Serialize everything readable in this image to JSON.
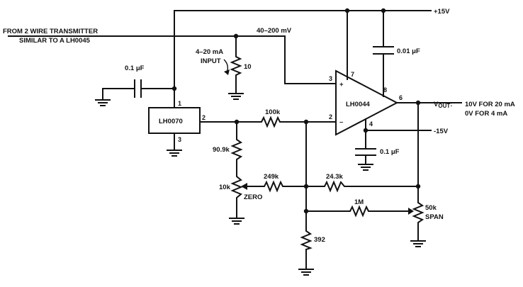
{
  "supplies": {
    "pos": "+15V",
    "neg": "-15V"
  },
  "input": {
    "source_line1": "FROM 2 WIRE TRANSMITTER",
    "source_line2": "SIMILAR TO A LH0045",
    "voltage_range": "40–200 mV",
    "current_line1": "4–20 mA",
    "current_line2": "INPUT"
  },
  "components": {
    "input_cap": "0.1 μF",
    "sense_res": "10",
    "ref_ic": "LH0070",
    "opamp": "LH0044",
    "comp_cap": "0.01 μF",
    "decouple_cap": "0.1 μF",
    "r_100k": "100k",
    "r_90k9": "90.9k",
    "pot_zero_value": "10k",
    "pot_zero_label": "ZERO",
    "r_249k": "249k",
    "r_24k3": "24.3k",
    "r_1m": "1M",
    "r_392": "392",
    "pot_span_value": "50k",
    "pot_span_label": "SPAN"
  },
  "pins": {
    "ref_1": "1",
    "ref_2": "2",
    "ref_3": "3",
    "op_2": "2",
    "op_3": "3",
    "op_4": "4",
    "op_6": "6",
    "op_7": "7",
    "op_8": "8",
    "plus": "+",
    "minus": "–"
  },
  "output": {
    "label": "V",
    "label_sub": "OUT",
    "colon": ":",
    "line1": "10V FOR 20 mA",
    "line2": "0V FOR 4 mA"
  }
}
